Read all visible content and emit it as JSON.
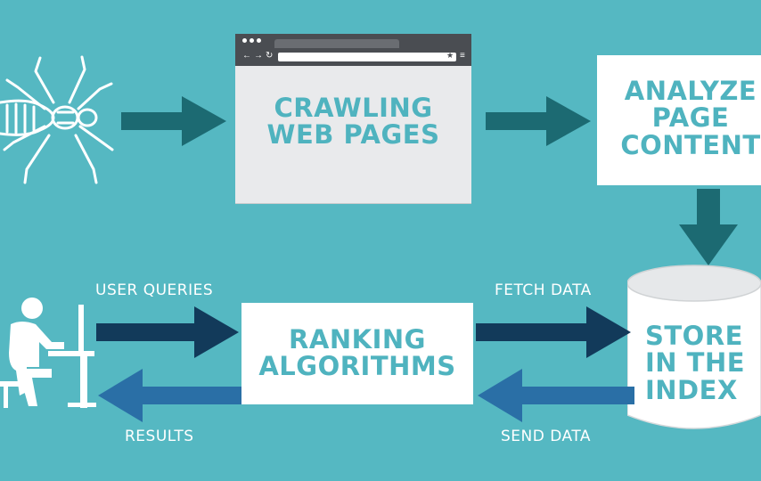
{
  "nodes": {
    "crawling": "CRAWLING\nWEB PAGES",
    "analyze": "ANALYZE\nPAGE\nCONTENT",
    "store": "STORE\nIN THE\nINDEX",
    "ranking": "RANKING\nALGORITHMS"
  },
  "edges": {
    "user_queries": "USER QUERIES",
    "results": "RESULTS",
    "fetch_data": "FETCH DATA",
    "send_data": "SEND DATA"
  },
  "colors": {
    "background": "#55b8c2",
    "arrow_teal": "#1c6a72",
    "arrow_navy": "#123a5a",
    "arrow_blue": "#2a6fa6",
    "box_text": "#4fb3bf"
  },
  "icons": {
    "crawler": "spider-icon",
    "user": "person-at-computer-icon",
    "database": "database-cylinder-icon",
    "browser": "browser-window-icon"
  }
}
